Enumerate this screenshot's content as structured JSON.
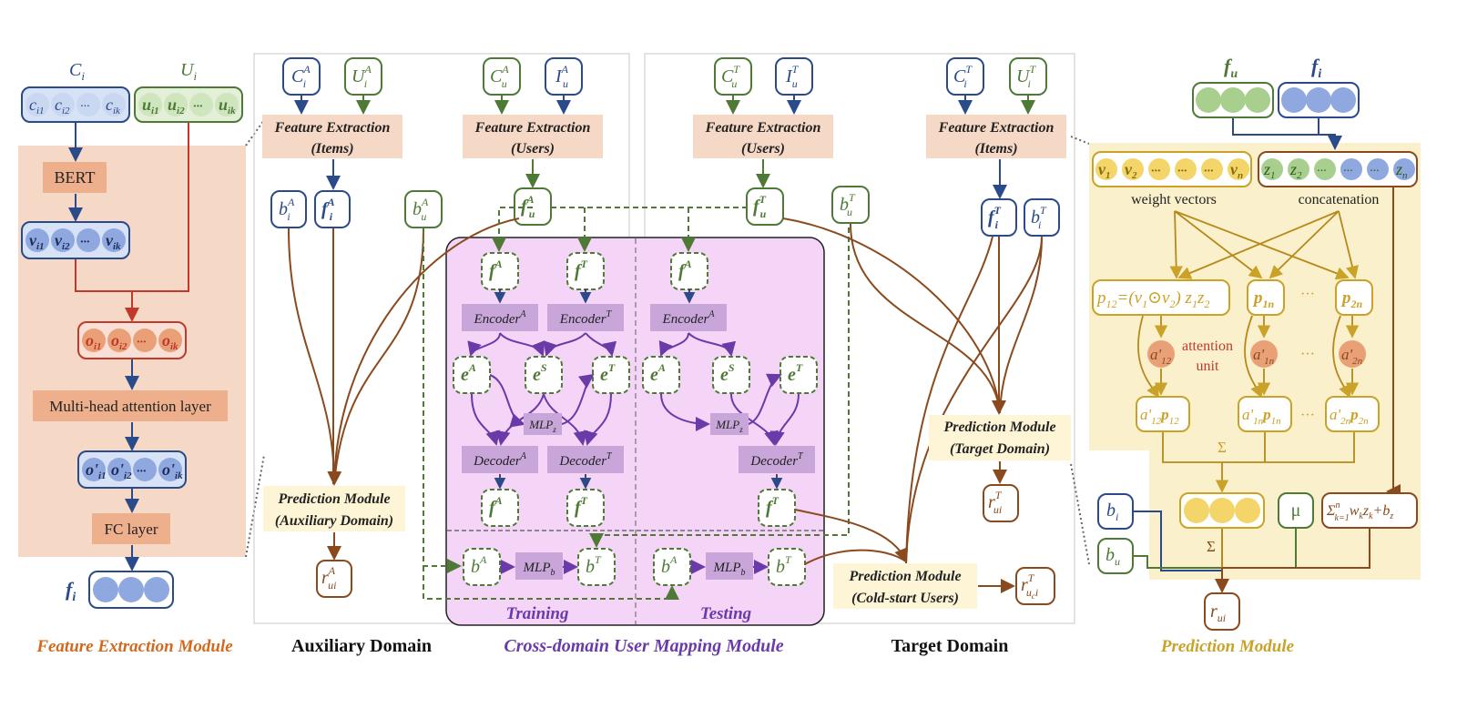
{
  "colors": {
    "blue": "#2b4a8a",
    "blue_fill": "#d7e2f6",
    "blue_circle": "#8fa8e0",
    "green": "#4e7a35",
    "green_fill": "#e3efd8",
    "green_circle": "#a9cf8f",
    "red": "#c0392b",
    "orange_panel": "#f6d8c6",
    "orange_box": "#eeb08c",
    "brown": "#8a4a1e",
    "purple": "#6a3aa8",
    "purple_panel": "#f4d4f7",
    "purple_box": "#c8a6da",
    "gold": "#c9a227",
    "gold_panel": "#fbf0cc",
    "gold_circle": "#f3d56a",
    "orange_circle": "#e9a077"
  },
  "left": {
    "ci_title": "C",
    "ci_sub": "i",
    "ui_title": "U",
    "ui_sub": "i",
    "ci_cells": [
      "c",
      "c",
      "···",
      "c"
    ],
    "ci_subs": [
      "i1",
      "i2",
      "",
      "ik"
    ],
    "ui_cells": [
      "u",
      "u",
      "···",
      "u"
    ],
    "ui_subs": [
      "i1",
      "i2",
      "",
      "ik"
    ],
    "bert": "BERT",
    "v_cells": [
      "v",
      "v",
      "···",
      "v"
    ],
    "v_subs": [
      "i1",
      "i2",
      "",
      "ik"
    ],
    "o_cells": [
      "o",
      "o",
      "···",
      "o"
    ],
    "o_subs": [
      "i1",
      "i2",
      "",
      "ik"
    ],
    "mha": "Multi-head attention layer",
    "o2_cells": [
      "o'",
      "o'",
      "···",
      "o'"
    ],
    "o2_subs": [
      "i1",
      "i2",
      "",
      "ik"
    ],
    "fc": "FC layer",
    "fi": "f",
    "fi_sub": "i",
    "caption": "Feature Extraction Module"
  },
  "aux": {
    "ci": "C",
    "ci_sup": "A",
    "ci_sub": "i",
    "ui": "U",
    "ui_sup": "A",
    "ui_sub": "i",
    "cu": "C",
    "cu_sup": "A",
    "cu_sub": "u",
    "iu": "I",
    "iu_sup": "A",
    "iu_sub": "u",
    "fe_items_1": "Feature Extraction",
    "fe_items_2": "(Items)",
    "fe_users_1": "Feature Extraction",
    "fe_users_2": "(Users)",
    "bi": "b",
    "bi_sup": "A",
    "bi_sub": "i",
    "fi": "f",
    "fi_sup": "A",
    "fi_sub": "i",
    "bu": "b",
    "bu_sup": "A",
    "bu_sub": "u",
    "fu": "f",
    "fu_sup": "A",
    "fu_sub": "u",
    "pm_1": "Prediction Module",
    "pm_2": "(Auxiliary Domain)",
    "r": "r",
    "r_sup": "A",
    "r_sub": "ui",
    "caption": "Auxiliary Domain"
  },
  "mapping": {
    "fuo_a": "f",
    "fuo_t": "f",
    "fuc_a": "f",
    "enc_a": "Encoder",
    "enc_t": "Encoder",
    "enc_c": "Encoder",
    "sup_a": "A",
    "sup_t": "T",
    "sup_s": "S",
    "e": "e",
    "mlpz": "MLP",
    "mlpz_sub": "z",
    "dec_a": "Decoder",
    "dec_t": "Decoder",
    "dec_c": "Decoder",
    "b": "b",
    "mlpb": "MLP",
    "mlpb_sub": "b",
    "training": "Training",
    "testing": "Testing",
    "caption": "Cross-domain User Mapping Module"
  },
  "target": {
    "cu": "C",
    "cu_sup": "T",
    "cu_sub": "u",
    "iu": "I",
    "iu_sup": "T",
    "iu_sub": "u",
    "ci": "C",
    "ci_sup": "T",
    "ci_sub": "i",
    "ui": "U",
    "ui_sup": "T",
    "ui_sub": "i",
    "fe_users_1": "Feature Extraction",
    "fe_users_2": "(Users)",
    "fe_items_1": "Feature Extraction",
    "fe_items_2": "(Items)",
    "fu": "f",
    "fu_sup": "T",
    "fu_sub": "u",
    "bu": "b",
    "bu_sup": "T",
    "bu_sub": "u",
    "fi": "f",
    "fi_sup": "T",
    "fi_sub": "i",
    "bi": "b",
    "bi_sup": "T",
    "bi_sub": "i",
    "pm_1": "Prediction Module",
    "pm_2": "(Target Domain)",
    "r": "r",
    "r_sup": "T",
    "r_sub": "ui",
    "pmc_1": "Prediction Module",
    "pmc_2": "(Cold-start Users)",
    "rc": "r",
    "rc_sup": "T",
    "rc_sub": "u",
    "rc_subsub": "c",
    "rc_sub2": "i",
    "caption": "Target Domain"
  },
  "pred": {
    "fu": "f",
    "fu_sub": "u",
    "fi": "f",
    "fi_sub": "i",
    "v_cells": [
      "v",
      "v",
      "···",
      "···",
      "···",
      "v"
    ],
    "v_subs": [
      "1",
      "2",
      "",
      "",
      "",
      "n"
    ],
    "z_cells": [
      "z",
      "z",
      "···",
      "···",
      "···",
      "z"
    ],
    "z_subs": [
      "1",
      "2",
      "",
      "",
      "",
      "n"
    ],
    "weight_vectors": "weight vectors",
    "concatenation": "concatenation",
    "p12_formula": "p",
    "p12_sub": "12",
    "p12_rest": "=(v",
    "odot": "⊙",
    "p12_tail": "v",
    "p12_z": "z",
    "p1n": "p",
    "p1n_sub": "1n",
    "p2n": "p",
    "p2n_sub": "2n",
    "dots": "···",
    "a": "a'",
    "a12_sub": "12",
    "a1n_sub": "1n",
    "a2n_sub": "2n",
    "attention_1": "attention",
    "attention_2": "unit",
    "sigma": "Σ",
    "bi": "b",
    "bi_sub": "i",
    "bu": "b",
    "bu_sub": "u",
    "mu": "μ",
    "sum_expr": "Σ",
    "sum_k": "k=1",
    "sum_n": "n",
    "sum_w": "w",
    "sum_wk": "k",
    "sum_z": "z",
    "sum_zk": "k",
    "sum_plus": "+b",
    "sum_bz": "z",
    "r": "r",
    "r_sub": "ui",
    "caption": "Prediction Module"
  }
}
